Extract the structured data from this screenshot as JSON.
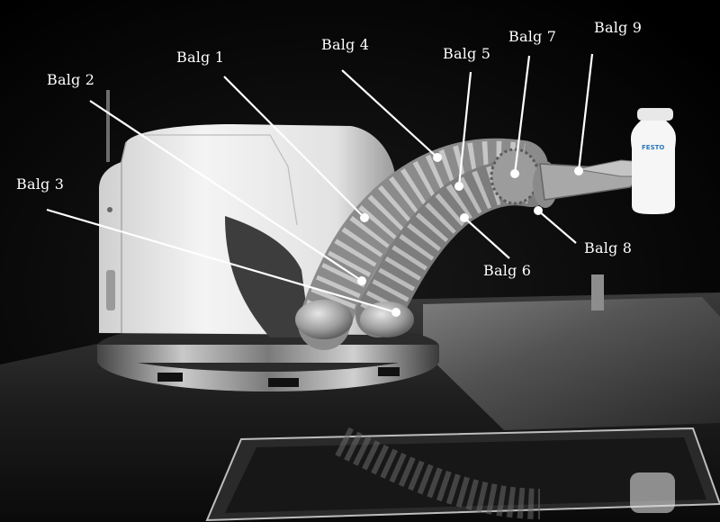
{
  "labels": {
    "balg1": "Balg 1",
    "balg2": "Balg 2",
    "balg3": "Balg 3",
    "balg4": "Balg 4",
    "balg5": "Balg 5",
    "balg6": "Balg 6",
    "balg7": "Balg 7",
    "balg8": "Balg 8",
    "balg9": "Balg 9"
  },
  "bottle_brand": "FESTO"
}
